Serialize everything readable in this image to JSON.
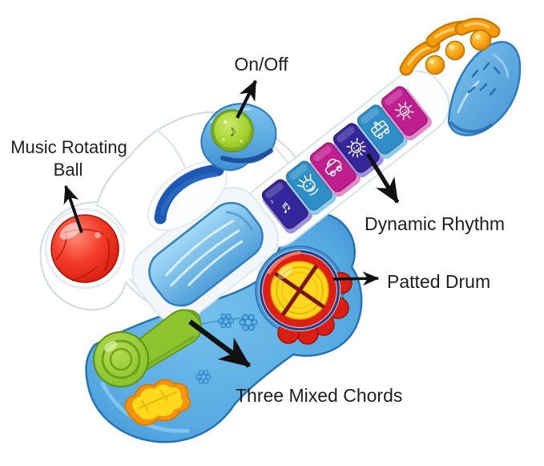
{
  "image": {
    "kind": "annotated product diagram",
    "subject": "kids electronic toy guitar with labeled play features",
    "background_color": "#ffffff"
  },
  "labels": {
    "on_off": "On/Off",
    "music_rotating_ball_line1": "Music Rotating",
    "music_rotating_ball_line2": "Ball",
    "dynamic_rhythm": "Dynamic Rhythm",
    "patted_drum": "Patted Drum",
    "three_mixed_chords": "Three Mixed Chords"
  },
  "label_style": {
    "text_color": "#1e1e1e",
    "arrow_color": "#111111"
  },
  "parts": [
    {
      "name": "on-off-button",
      "color": "#9cc92d"
    },
    {
      "name": "music-rotating-ball",
      "color": "#e02314"
    },
    {
      "name": "dynamic-rhythm-keys",
      "colors": [
        "#35279b",
        "#2d8ec8",
        "#bf1e8e"
      ]
    },
    {
      "name": "patted-drum",
      "colors": [
        "#dc2015",
        "#ffd71d"
      ]
    },
    {
      "name": "three-chords-lever",
      "color": "#8cc32f"
    },
    {
      "name": "guitar-shaped-chord-button",
      "colors": [
        "#f5930a",
        "#ffd91c"
      ]
    },
    {
      "name": "headstock",
      "color": "#5aaede"
    },
    {
      "name": "tuning-beads",
      "color": "#f59b0c"
    },
    {
      "name": "guitar-body",
      "colors": [
        "#ffffff",
        "#4a9fdc"
      ]
    }
  ],
  "key_icons": [
    "treble-clef",
    "hedgehog-face",
    "car",
    "lion-face",
    "bus",
    "sun"
  ]
}
